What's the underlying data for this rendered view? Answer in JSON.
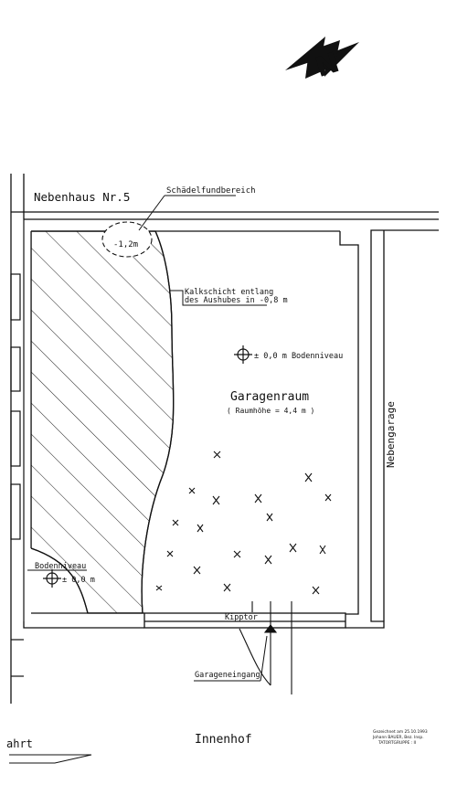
{
  "north_arrow": {
    "letter": "N"
  },
  "labels": {
    "nebenhaus": "Nebenhaus Nr.5",
    "skull_area": "Schädelfundbereich",
    "skull_depth": "-1,2m",
    "lime_line1": "Kalkschicht entlang",
    "lime_line2": "des Aushubes in -0,8 m",
    "floor_level_main": "± 0,0 m Bodenniveau",
    "room_name": "Garagenraum",
    "room_height": "( Raumhöhe = 4,4 m )",
    "neighbor_garage": "Nebengarage",
    "floor_level_left_title": "Bodenniveau",
    "floor_level_left_value": "± 0,0 m",
    "tilt_door": "Kipptor",
    "garage_entrance": "Garageneingang",
    "courtyard": "Innenhof",
    "left_cut_text": "ahrt"
  },
  "stamp": {
    "line1": "Gezeichnet am 25.10.1993",
    "line2": "Johann BAUER, Bez. Insp.",
    "line3": "TATORTGRUPPE : II"
  }
}
